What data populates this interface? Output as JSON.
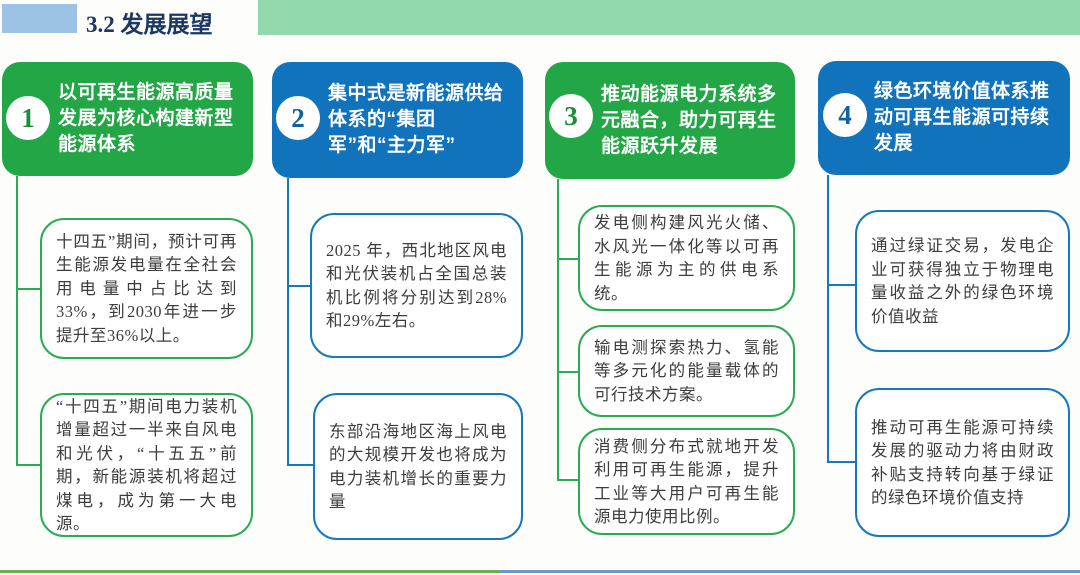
{
  "title": "3.2 发展展望",
  "columns": [
    {
      "number": "1",
      "theme": "green",
      "header": "以可再生能源高质量发展为核心构建新型能源体系",
      "boxes": [
        "十四五”期间，预计可再生能源发电量在全社会用电量中占比达到33%，到2030年进一步提升至36%以上。",
        "“十四五”期间电力装机增量超过一半来自风电和光伏，“十五五”前期，新能源装机将超过煤电，成为第一大电源。"
      ]
    },
    {
      "number": "2",
      "theme": "blue",
      "header": "集中式是新能源供给体系的“集团军”和“主力军”",
      "boxes": [
        "2025 年，西北地区风电和光伏装机占全国总装机比例将分别达到28%和29%左右。",
        "东部沿海地区海上风电的大规模开发也将成为电力装机增长的重要力量"
      ]
    },
    {
      "number": "3",
      "theme": "green",
      "header": "推动能源电力系统多元融合，助力可再生能源跃升发展",
      "boxes": [
        "发电侧构建风光火储、水风光一体化等以可再生能源为主的供电系统。",
        "输电测探索热力、氢能等多元化的能量载体的可行技术方案。",
        "消费侧分布式就地开发利用可再生能源，提升工业等大用户可再生能源电力使用比例。"
      ]
    },
    {
      "number": "4",
      "theme": "blue",
      "header": "绿色环境价值体系推动可再生能源可持续发展",
      "boxes": [
        "通过绿证交易，发电企业可获得独立于物理电量收益之外的绿色环境价值收益",
        "推动可再生能源可持续发展的驱动力将由财政补贴支持转向基于绿证的绿色环境价值支持"
      ]
    }
  ],
  "colors": {
    "green": "#22a646",
    "blue": "#1173bb",
    "title_text": "#1d3763",
    "top_band": "#92d8ac",
    "title_block": "#9cc3e5",
    "bottom_green": "#6fae4e",
    "bottom_blue": "#6d96cc"
  }
}
